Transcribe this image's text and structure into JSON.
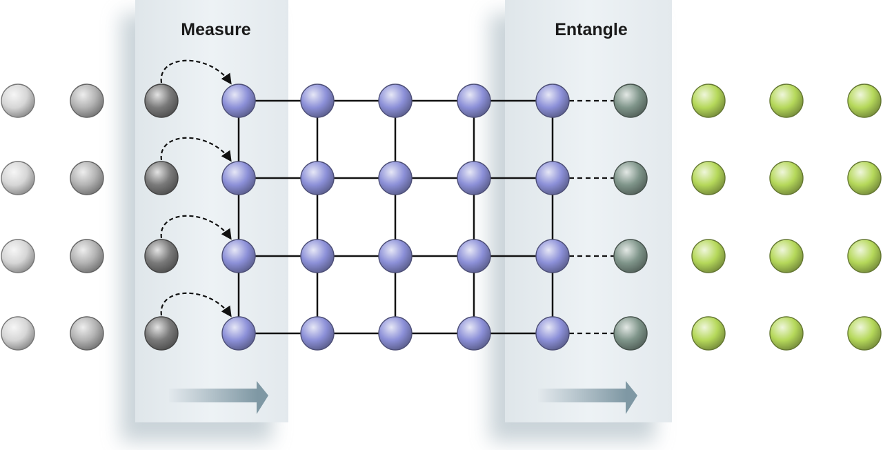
{
  "panels": {
    "measure": {
      "title": "Measure"
    },
    "entangle": {
      "title": "Entangle"
    }
  },
  "grid": {
    "rows": 4
  },
  "colors": {
    "unused_light": "#d6d6d6",
    "unused_mid": "#b3b3b3",
    "measured": "#7a7a7a",
    "cluster": "#8c90d8",
    "incoming": "#7f958a",
    "fresh": "#b5d85a",
    "bond": "#111111",
    "panel": "#e8eef2",
    "direction_arrow": "#7f98a4"
  },
  "columns": [
    {
      "role": "unused-qubit",
      "color_key": "unused_light",
      "bonded": false
    },
    {
      "role": "unused-qubit",
      "color_key": "unused_mid",
      "bonded": false
    },
    {
      "role": "measured-qubit",
      "color_key": "measured",
      "bonded": false
    },
    {
      "role": "cluster-qubit",
      "color_key": "cluster",
      "bonded": true
    },
    {
      "role": "cluster-qubit",
      "color_key": "cluster",
      "bonded": true
    },
    {
      "role": "cluster-qubit",
      "color_key": "cluster",
      "bonded": true
    },
    {
      "role": "cluster-qubit",
      "color_key": "cluster",
      "bonded": true
    },
    {
      "role": "cluster-qubit",
      "color_key": "cluster",
      "bonded": true
    },
    {
      "role": "entangling-qubit",
      "color_key": "incoming",
      "bonded": false
    },
    {
      "role": "fresh-qubit",
      "color_key": "fresh",
      "bonded": false
    },
    {
      "role": "fresh-qubit",
      "color_key": "fresh",
      "bonded": false
    },
    {
      "role": "fresh-qubit",
      "color_key": "fresh",
      "bonded": false
    }
  ],
  "icons": {
    "measure_transfer": "curved-dashed-arrow-icon",
    "entangle_link": "dashed-bond-icon",
    "direction": "right-arrow-icon"
  }
}
